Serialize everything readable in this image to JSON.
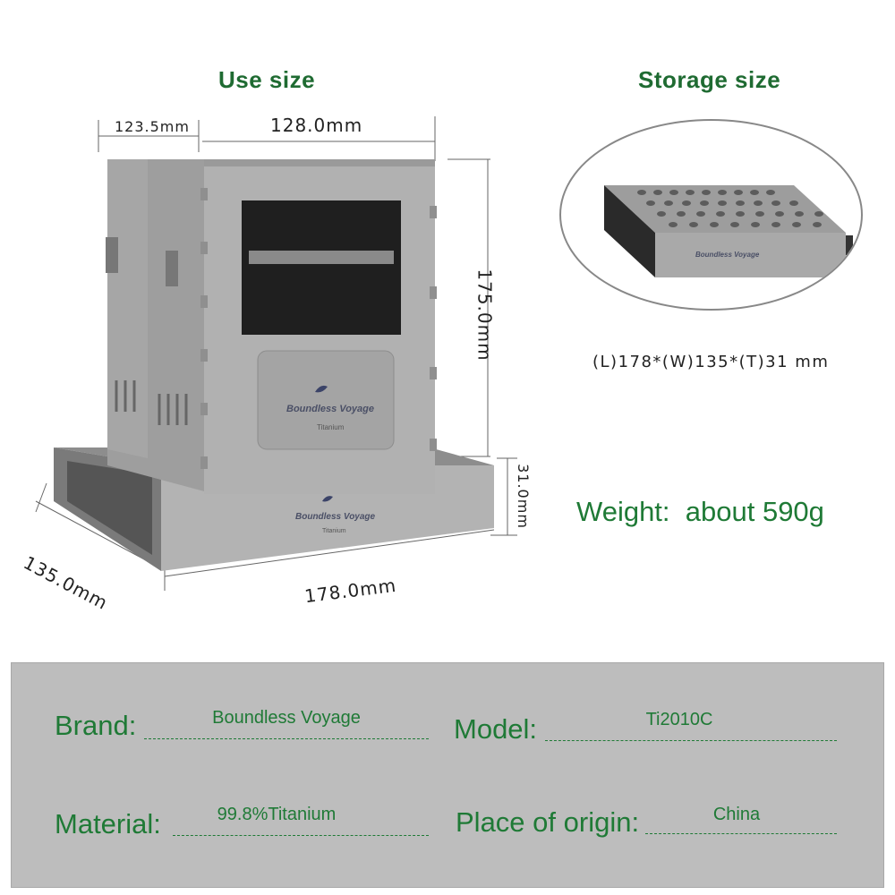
{
  "headings": {
    "use_size": "Use size",
    "storage_size": "Storage size"
  },
  "dimensions": {
    "depth_top": "123.5mm",
    "width_top": "128.0mm",
    "height": "175.0mm",
    "base_height": "31.0mm",
    "base_depth": "135.0mm",
    "base_length": "178.0mm"
  },
  "storage": {
    "dimensions": "(L)178*(W)135*(T)31 mm"
  },
  "weight": "Weight:  about 590g",
  "stove_etching": {
    "brand": "Boundless Voyage",
    "material": "Titanium"
  },
  "specs": {
    "brand_label": "Brand:",
    "brand_value": "Boundless Voyage",
    "model_label": "Model:",
    "model_value": "Ti2010C",
    "material_label": "Material:",
    "material_value": "99.8%Titanium",
    "origin_label": "Place of origin:",
    "origin_value": "China"
  },
  "colors": {
    "accent_green": "#1f7a36",
    "panel_gray": "#bdbdbd",
    "titanium": "#a9a9a9"
  }
}
